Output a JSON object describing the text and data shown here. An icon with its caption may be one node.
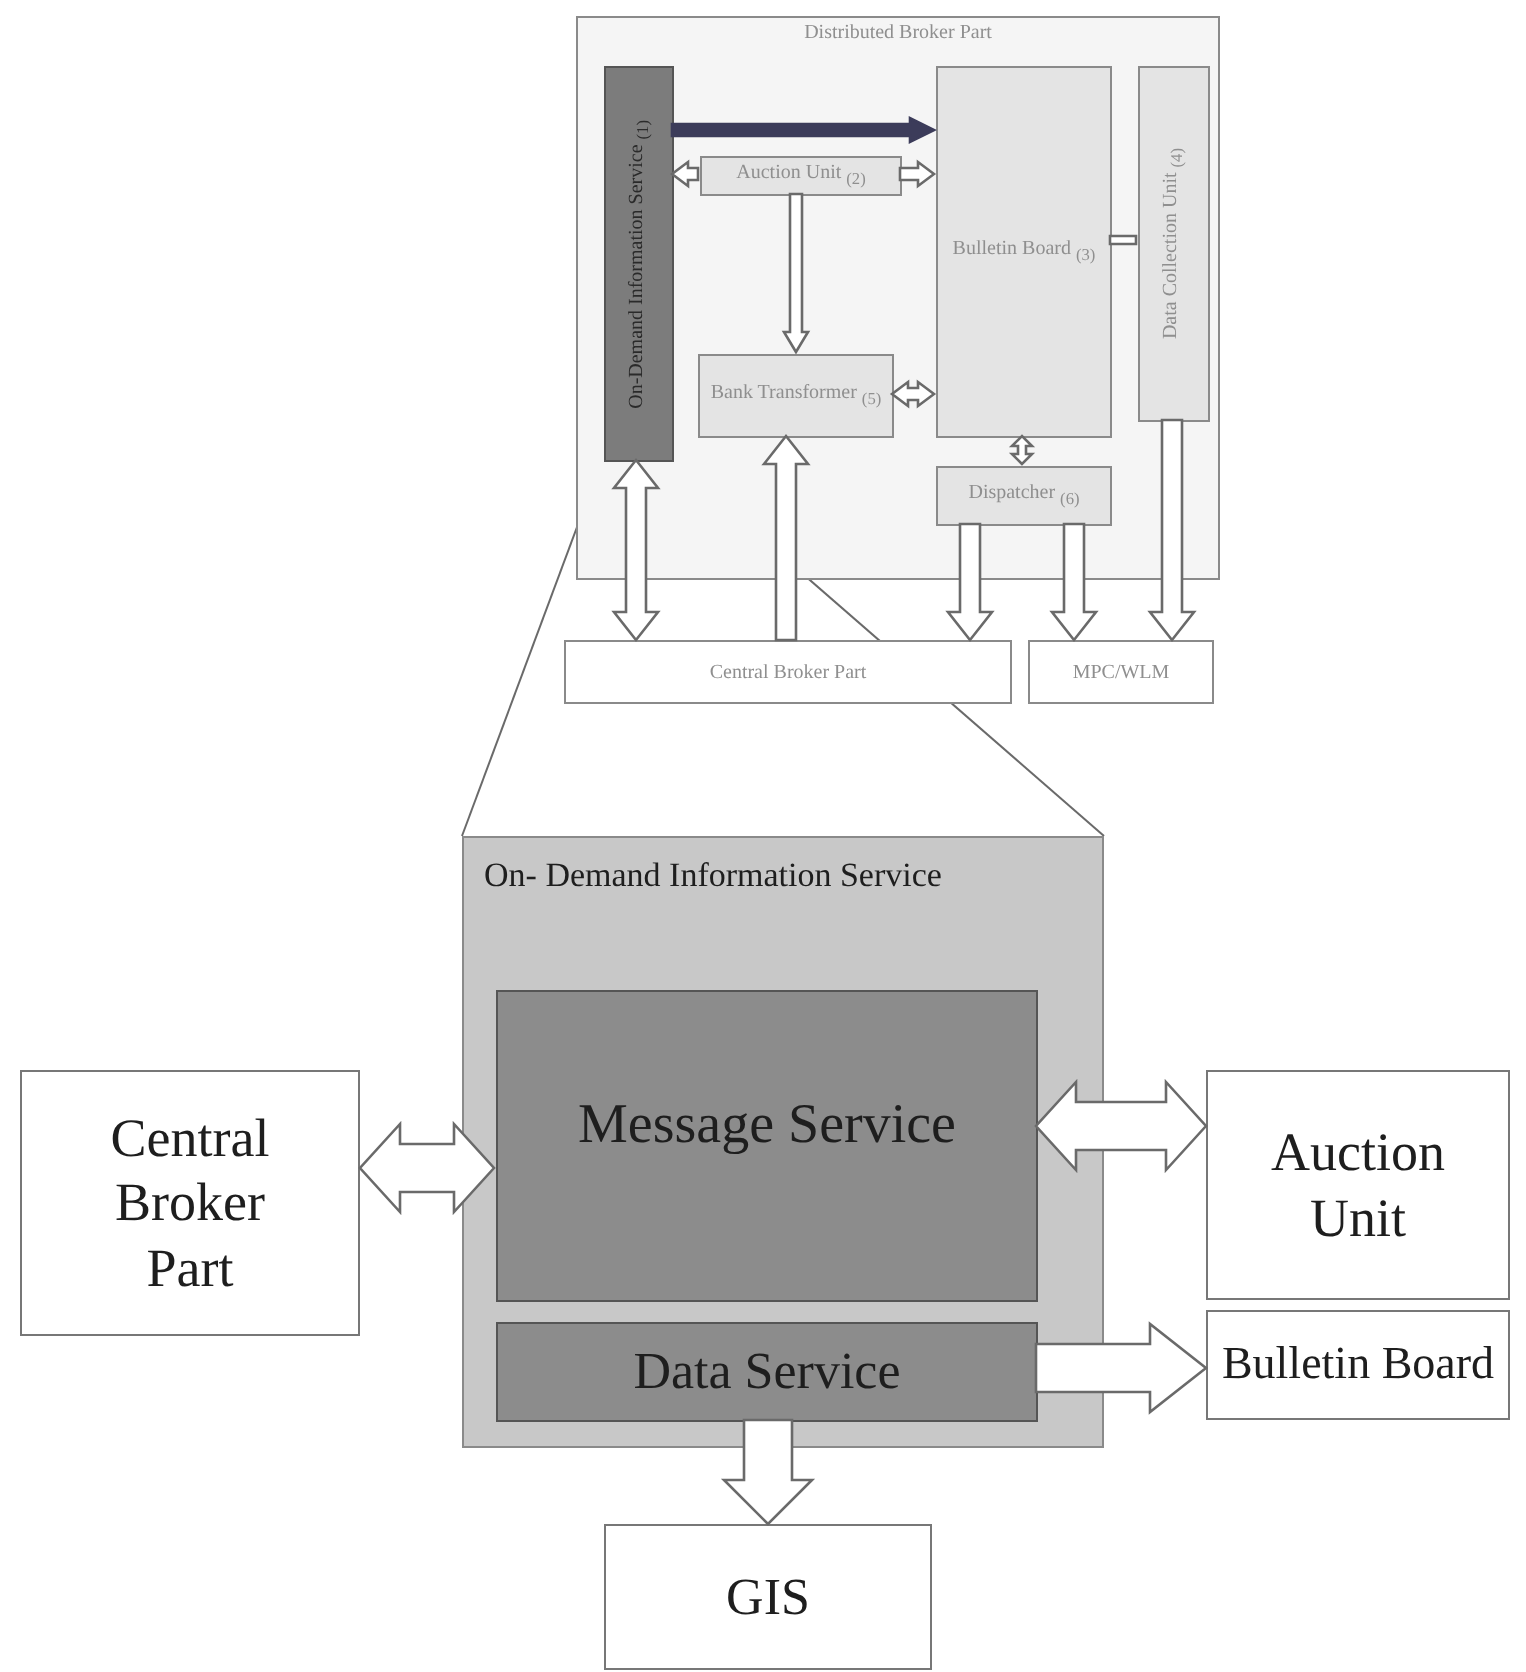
{
  "diagram": {
    "nodes": [
      {
        "text": [
          "Distributed Broker Part"
        ]
      },
      {
        "text": [
          "On-Demand Information Service $_{(1)}$"
        ],
        "in": 0
      },
      {
        "text": [
          "Auction Unit $_{(2)}$"
        ],
        "in": 0
      },
      {
        "text": [
          "Bulletin Board $_{(3)}$"
        ],
        "in": 0
      },
      {
        "text": [
          "Data Collection Unit $_{(4)}$"
        ],
        "in": 0
      },
      {
        "text": [
          "Bank Transformer $_{(5)}$"
        ],
        "in": 0
      },
      {
        "text": [
          "Dispatcher $_{(6)}$"
        ],
        "in": 0
      },
      {
        "text": [
          "Central Broker Part"
        ]
      },
      {
        "text": [
          "MPC/WLM"
        ]
      },
      {
        "text": [
          "On- Demand Information Service"
        ]
      },
      {
        "text": [
          "Message Service"
        ],
        "in": 9
      },
      {
        "text": [
          "Data Service"
        ],
        "in": 9
      },
      {
        "text": [
          "Central Broker Part"
        ]
      },
      {
        "text": [
          "Auction Unit"
        ]
      },
      {
        "text": [
          "Bulletin Board"
        ]
      },
      {
        "text": [
          "GIS"
        ]
      }
    ],
    "edges": [
      {
        "from": 1,
        "to": 3,
        "arrow": "to",
        "color": "#3c3c5a"
      },
      {
        "from": 2,
        "to": 1,
        "arrow": "to"
      },
      {
        "from": 2,
        "to": 3,
        "arrow": "to"
      },
      {
        "from": 2,
        "to": 5,
        "arrow": "to"
      },
      {
        "from": 5,
        "to": 3,
        "arrow": "both"
      },
      {
        "from": 3,
        "to": 6,
        "arrow": "both"
      },
      {
        "from": 3,
        "to": 4,
        "arrow": "none"
      },
      {
        "from": 1,
        "to": 7,
        "arrow": "both"
      },
      {
        "from": 7,
        "to": 5,
        "arrow": "to"
      },
      {
        "from": 6,
        "to": 7,
        "arrow": "to"
      },
      {
        "from": 6,
        "to": 8,
        "arrow": "to"
      },
      {
        "from": 4,
        "to": 8,
        "arrow": "to"
      },
      {
        "from": 1,
        "to": 9,
        "arrow": "none"
      },
      {
        "from": 1,
        "to": 9,
        "arrow": "none"
      },
      {
        "from": 12,
        "to": 10,
        "arrow": "both"
      },
      {
        "from": 10,
        "to": 13,
        "arrow": "both"
      },
      {
        "from": 11,
        "to": 14,
        "arrow": "to"
      },
      {
        "from": 11,
        "to": 15,
        "arrow": "to"
      }
    ]
  }
}
